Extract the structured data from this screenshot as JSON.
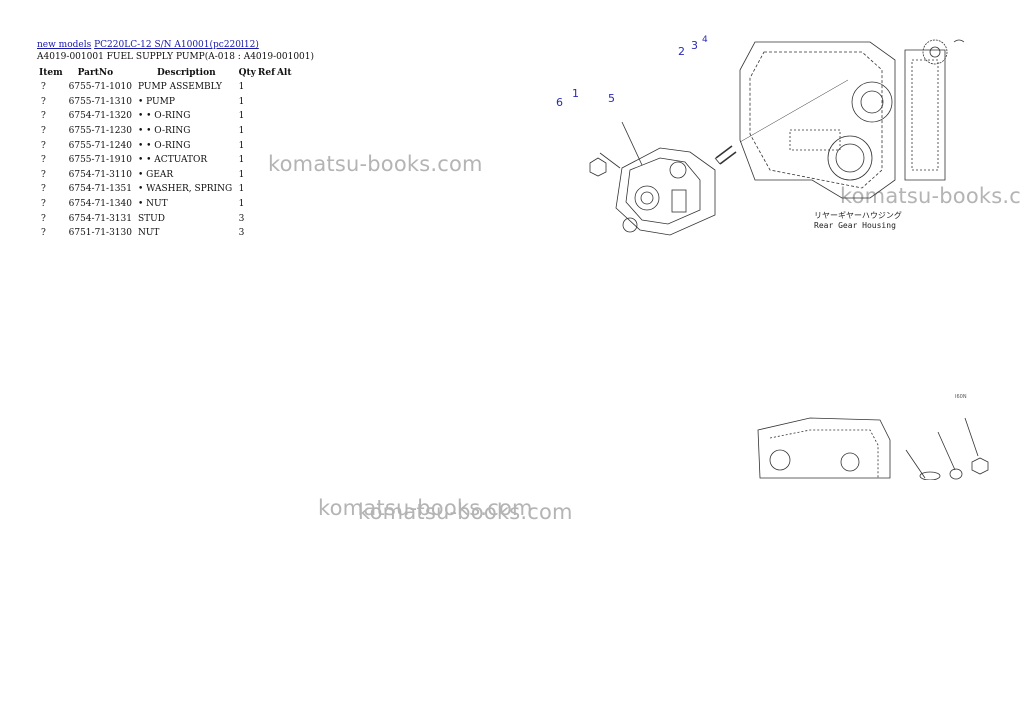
{
  "breadcrumb": {
    "models_link": "new models",
    "model_link": "PC220LC-12 S/N A10001(pc220l12)"
  },
  "heading": "A4019-001001 FUEL SUPPLY PUMP(A-018 : A4019-001001)",
  "table": {
    "headers": [
      "Item",
      "PartNo",
      "Description",
      "Qty",
      "Ref",
      "Alt"
    ],
    "rows": [
      {
        "item": "?",
        "part": "6755-71-1010",
        "desc": "PUMP ASSEMBLY",
        "qty": "1"
      },
      {
        "item": "?",
        "part": "6755-71-1310",
        "desc": "• PUMP",
        "qty": "1"
      },
      {
        "item": "?",
        "part": "6754-71-1320",
        "desc": "• • O-RING",
        "qty": "1"
      },
      {
        "item": "?",
        "part": "6755-71-1230",
        "desc": "• • O-RING",
        "qty": "1"
      },
      {
        "item": "?",
        "part": "6755-71-1240",
        "desc": "• • O-RING",
        "qty": "1"
      },
      {
        "item": "?",
        "part": "6755-71-1910",
        "desc": "• • ACTUATOR",
        "qty": "1"
      },
      {
        "item": "?",
        "part": "6754-71-3110",
        "desc": "• GEAR",
        "qty": "1"
      },
      {
        "item": "?",
        "part": "6754-71-1351",
        "desc": "• WASHER, SPRING",
        "qty": "1"
      },
      {
        "item": "?",
        "part": "6754-71-1340",
        "desc": "• NUT",
        "qty": "1"
      },
      {
        "item": "?",
        "part": "6754-71-3131",
        "desc": "STUD",
        "qty": "3"
      },
      {
        "item": "?",
        "part": "6751-71-3130",
        "desc": "NUT",
        "qty": "3"
      }
    ]
  },
  "watermarks": [
    "komatsu-books.com",
    "komatsu-books.c",
    "komatsu-books.com",
    "komatsu-books.com"
  ],
  "callouts": [
    "2",
    "3",
    "4",
    "6",
    "1",
    "5"
  ],
  "drawing": {
    "label_jp": "リヤーギヤーハウジング",
    "label_en": "Rear Gear Housing",
    "figure_id": "I60N"
  },
  "colors": {
    "link": "#1a1aa8",
    "callout": "#2a2ab4",
    "watermark": "#b4b4b4"
  }
}
